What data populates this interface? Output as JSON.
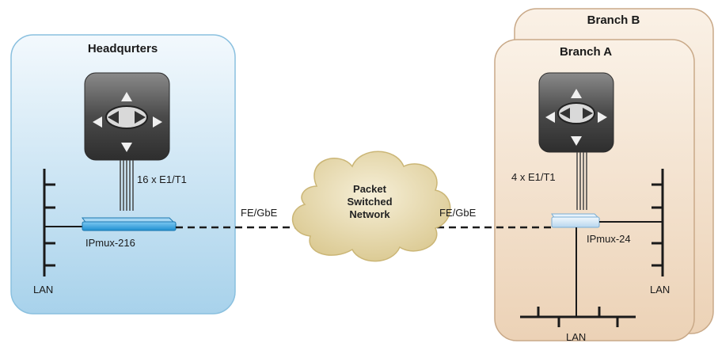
{
  "sites": {
    "headquarters": {
      "title": "Headqurters",
      "device": "IPmux-216",
      "lan": "LAN",
      "link_label": "16 x E1/T1",
      "wan": "FE/GbE"
    },
    "branch_a": {
      "title": "Branch A",
      "device": "IPmux-24",
      "lan_right": "LAN",
      "lan_bottom": "LAN",
      "link_label": "4 x E1/T1",
      "wan": "FE/GbE"
    },
    "branch_b": {
      "title": "Branch B"
    }
  },
  "cloud": {
    "line1": "Packet",
    "line2": "Switched",
    "line3": "Network"
  },
  "colors": {
    "hq_fill_top": "#e9f4fb",
    "hq_fill_bottom": "#a9d3ec",
    "hq_border": "#7bb6d9",
    "branch_fill": "#f1dec9",
    "branch_border": "#c9a988",
    "cloud_fill": "#ecdfb3",
    "switch_body": "#5a5a5a",
    "ipmux_blue": "#2aa0e0",
    "ipmux_light": "#cfe6f6"
  },
  "icons": [
    "switch-icon",
    "ipmux-device-icon",
    "cloud-icon"
  ]
}
